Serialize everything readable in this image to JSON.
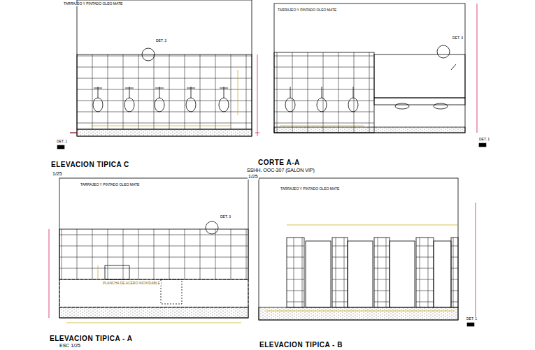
{
  "diagram": {
    "labels": [
      "TARRAJEO Y PINTADO OLEO MATE",
      "TARRAJEO Y PINTADO OLEO MATE",
      "TARRAJEO Y PINTADO OLEO MATE",
      "TARRAJEO Y PINTADO OLEO MATE",
      "DET. 3",
      "DET. 3",
      "DET. 3",
      "DET. 1",
      "DET. 1",
      "DET. 1",
      "ELEVACION TIPICA C",
      "1/25",
      "CORTE A-A",
      "SSHH. OOC-307 (SALON VIP)",
      "1/25",
      "ELEVACION TIPICA - A",
      "ESC 1/25",
      "ELEVACION TIPICA - B",
      "PLANCHA DE ACERO INOXIDABLE"
    ]
  }
}
